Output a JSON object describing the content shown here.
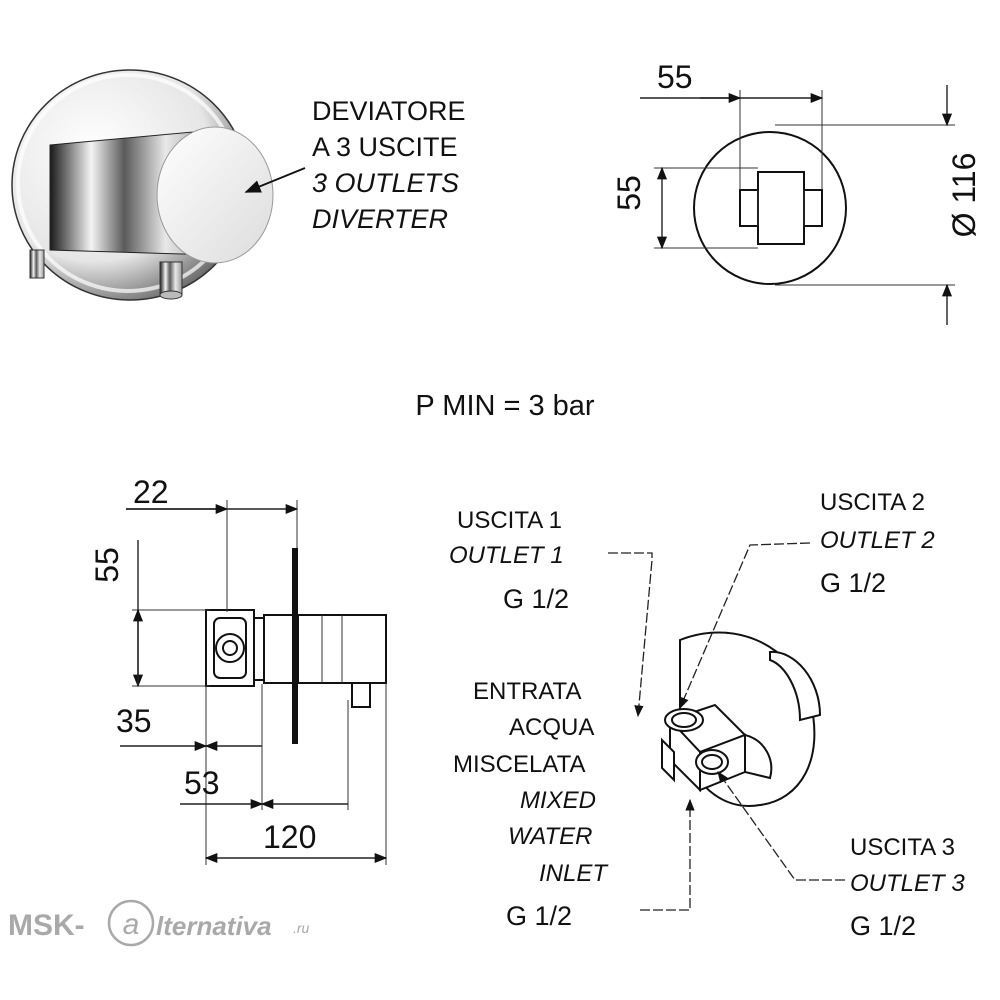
{
  "product_label": {
    "line1": "DEVIATORE",
    "line2": "A 3 USCITE",
    "line3": "3 OUTLETS",
    "line4": "DIVERTER"
  },
  "front_view": {
    "top_width": "55",
    "left_height": "55",
    "diameter": "Ø 116"
  },
  "pressure_note": "P MIN = 3 bar",
  "side_view": {
    "dim_22": "22",
    "dim_55": "55",
    "dim_35": "35",
    "dim_53": "53",
    "dim_120": "120"
  },
  "connections": {
    "outlet1": {
      "it": "USCITA 1",
      "en": "OUTLET 1",
      "thread": "G 1/2"
    },
    "outlet2": {
      "it": "USCITA 2",
      "en": "OUTLET 2",
      "thread": "G 1/2"
    },
    "outlet3": {
      "it": "USCITA 3",
      "en": "OUTLET 3",
      "thread": "G 1/2"
    },
    "inlet": {
      "it1": "ENTRATA",
      "it2": "ACQUA",
      "it3": "MISCELATA",
      "en1": "MIXED",
      "en2": "WATER",
      "en3": "INLET",
      "thread": "G 1/2"
    }
  },
  "watermark": {
    "left": "MSK-",
    "mark": "a",
    "right": "lternativa",
    "tld": ".ru"
  }
}
